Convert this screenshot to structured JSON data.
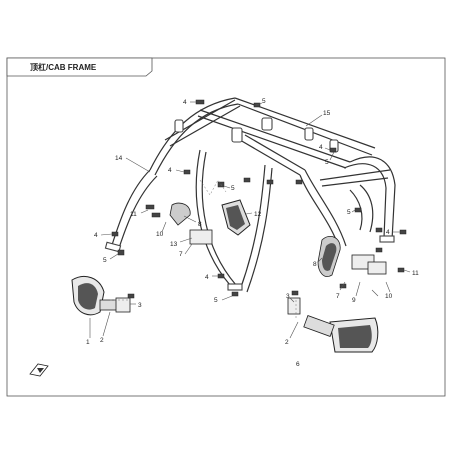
{
  "title": "顶杠/CAB FRAME",
  "parts": [
    {
      "id": "p1",
      "label": "1"
    },
    {
      "id": "p2a",
      "label": "2"
    },
    {
      "id": "p3a",
      "label": "3"
    },
    {
      "id": "p2b",
      "label": "2"
    },
    {
      "id": "p3b",
      "label": "3"
    },
    {
      "id": "p4a",
      "label": "4"
    },
    {
      "id": "p4b",
      "label": "4"
    },
    {
      "id": "p4c",
      "label": "4"
    },
    {
      "id": "p4d",
      "label": "4"
    },
    {
      "id": "p4e",
      "label": "4"
    },
    {
      "id": "p4f",
      "label": "4"
    },
    {
      "id": "p5a",
      "label": "5"
    },
    {
      "id": "p5b",
      "label": "5"
    },
    {
      "id": "p5c",
      "label": "5"
    },
    {
      "id": "p5d",
      "label": "5"
    },
    {
      "id": "p5e",
      "label": "5"
    },
    {
      "id": "p5f",
      "label": "5"
    },
    {
      "id": "p6",
      "label": "6"
    },
    {
      "id": "p7a",
      "label": "7"
    },
    {
      "id": "p7b",
      "label": "7"
    },
    {
      "id": "p8a",
      "label": "8"
    },
    {
      "id": "p8b",
      "label": "8"
    },
    {
      "id": "p9",
      "label": "9"
    },
    {
      "id": "p10a",
      "label": "10"
    },
    {
      "id": "p10b",
      "label": "10"
    },
    {
      "id": "p11a",
      "label": "11"
    },
    {
      "id": "p11b",
      "label": "11"
    },
    {
      "id": "p12",
      "label": "12"
    },
    {
      "id": "p13",
      "label": "13"
    },
    {
      "id": "p14",
      "label": "14"
    },
    {
      "id": "p15",
      "label": "15"
    }
  ]
}
